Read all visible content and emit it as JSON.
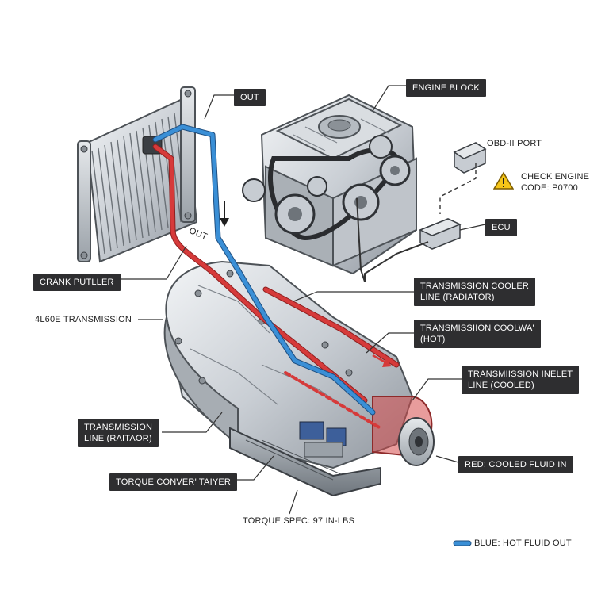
{
  "diagram": {
    "labels": {
      "out_top": "OUT",
      "engine_block": "ENGINE BLOCK",
      "obd_port": "OBD-II PORT",
      "check_engine_line1": "CHECK ENGINE",
      "check_engine_line2": "CODE: P0700",
      "ecu": "ECU",
      "out_pipe": "OUT",
      "crank_pulley": "CRANK PUTLLER",
      "cooler_line_radiator_1": "TRANSMISSION COOLER",
      "cooler_line_radiator_2": "LINE (RADIATOR)",
      "transmission": "4L60E TRANSMISSION",
      "cooling_hot_1": "TRANSMISSIION COOLWA'",
      "cooling_hot_2": "(HOT)",
      "inlet_line_1": "TRANSMIISSION INELET",
      "inlet_line_2": "LINE (COOLED)",
      "trans_line_1": "TRANSMISSION",
      "trans_line_2": "LINE (RAITAOR)",
      "red_legend": "RED: COOLED FLUID IN",
      "torque_converter": "TORQUE CONVER' TAIYER",
      "torque_spec": "TORQUE SPEC: 97 IN-LBS",
      "blue_legend": "BLUE: HOT FLUID OUT"
    },
    "icons": {
      "warning": "warning-triangle-icon",
      "arrow_down": "arrow-down-icon"
    },
    "colors": {
      "hot_out": "#3a8fd6",
      "cooled_in": "#d63a3a",
      "label_bg": "#2e2e30",
      "warning": "#f5c518"
    }
  }
}
